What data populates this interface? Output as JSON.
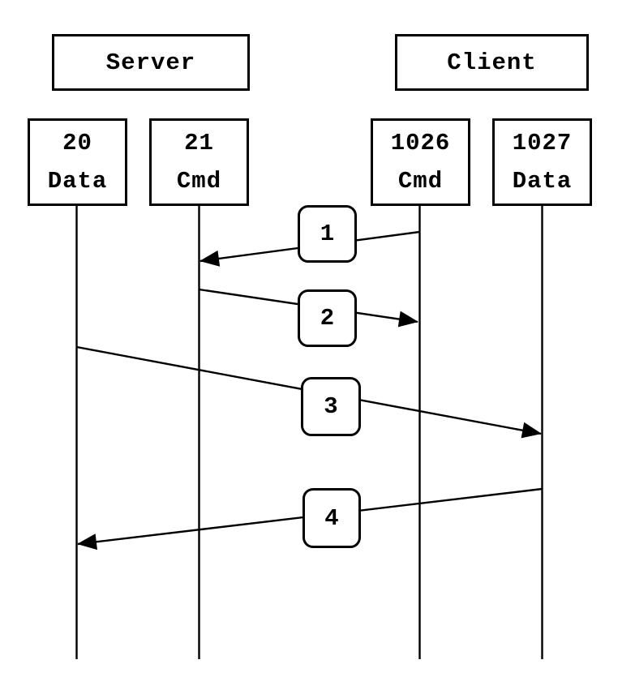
{
  "diagram": {
    "colors": {
      "background": "#ffffff",
      "line": "#000000",
      "text": "#000000"
    },
    "server": {
      "title": "Server",
      "ports": [
        {
          "number": "20",
          "role": "Data"
        },
        {
          "number": "21",
          "role": "Cmd"
        }
      ]
    },
    "client": {
      "title": "Client",
      "ports": [
        {
          "number": "1026",
          "role": "Cmd"
        },
        {
          "number": "1027",
          "role": "Data"
        }
      ]
    },
    "messages": [
      {
        "label": "1",
        "from": "1026 Cmd",
        "to": "21 Cmd"
      },
      {
        "label": "2",
        "from": "21 Cmd",
        "to": "1026 Cmd"
      },
      {
        "label": "3",
        "from": "20 Data",
        "to": "1027 Data"
      },
      {
        "label": "4",
        "from": "1027 Data",
        "to": "20 Data"
      }
    ]
  }
}
